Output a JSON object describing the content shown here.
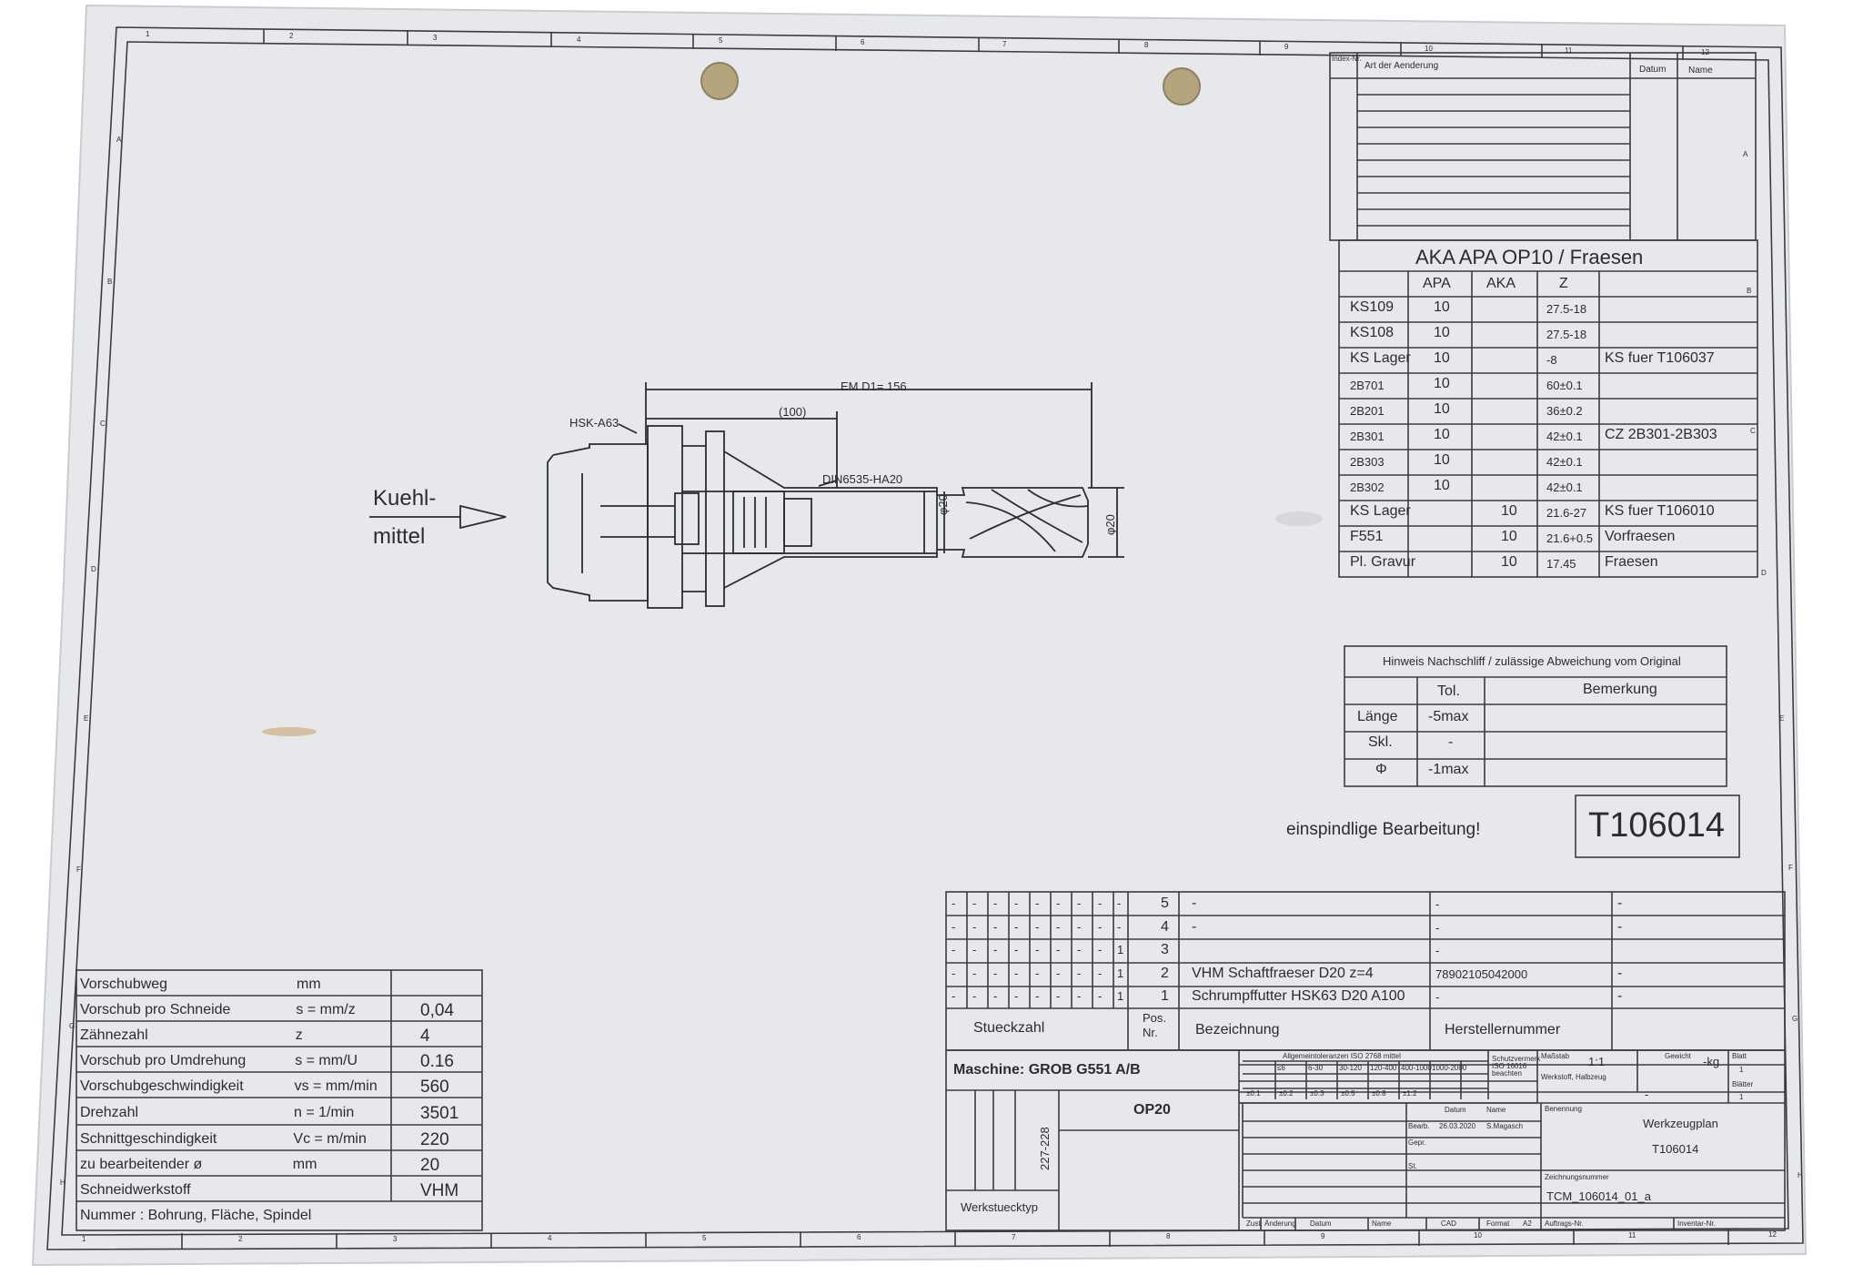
{
  "grid": {
    "columns": [
      "1",
      "2",
      "3",
      "4",
      "5",
      "6",
      "7",
      "8",
      "9",
      "10",
      "11",
      "12"
    ],
    "rows": [
      "A",
      "B",
      "C",
      "D",
      "E",
      "F",
      "G",
      "H"
    ]
  },
  "revision_table": {
    "headers": {
      "index": "Index-Nr.",
      "change": "Art der Aenderung",
      "date": "Datum",
      "name": "Name"
    }
  },
  "tool_drawing": {
    "coolant_line1": "Kuehl-",
    "coolant_line2": "mittel",
    "holder_label": "HSK-A63",
    "collet_label": "DIN6535-HA20",
    "dim_total": "EM D1= 156",
    "dim_partial": "(100)",
    "dia_shank": "φ20",
    "dia_cutter": "φ20"
  },
  "machining_table": {
    "title": "AKA APA OP10 / Fraesen",
    "headers": [
      "",
      "APA",
      "AKA",
      "Z",
      ""
    ],
    "rows": [
      [
        "KS109",
        "10",
        "",
        "27.5-18",
        ""
      ],
      [
        "KS108",
        "10",
        "",
        "27.5-18",
        ""
      ],
      [
        "KS Lager",
        "10",
        "",
        "-8",
        "KS fuer T106037"
      ],
      [
        "2B701",
        "10",
        "",
        "60±0.1",
        ""
      ],
      [
        "2B201",
        "10",
        "",
        "36±0.2",
        ""
      ],
      [
        "2B301",
        "10",
        "",
        "42±0.1",
        "CZ 2B301-2B303"
      ],
      [
        "2B303",
        "10",
        "",
        "42±0.1",
        ""
      ],
      [
        "2B302",
        "10",
        "",
        "42±0.1",
        ""
      ],
      [
        "KS Lager",
        "",
        "10",
        "21.6-27",
        "KS fuer T106010"
      ],
      [
        "F551",
        "",
        "10",
        "21.6+0.5",
        "Vorfraesen"
      ],
      [
        "Pl. Gravur",
        "",
        "10",
        "17.45",
        "Fraesen"
      ]
    ]
  },
  "regrind_table": {
    "title": "Hinweis Nachschliff / zulässige Abweichung vom Original",
    "headers": [
      "",
      "Tol.",
      "Bemerkung"
    ],
    "rows": [
      [
        "Länge",
        "-5max",
        ""
      ],
      [
        "Skl.",
        "-",
        ""
      ],
      [
        "Φ",
        "-1max",
        ""
      ]
    ]
  },
  "note": "einspindlige Bearbeitung!",
  "tool_number": "T106014",
  "parts_list": {
    "rows": [
      {
        "qty": [
          "-",
          "-",
          "-",
          "-",
          "-",
          "-",
          "-",
          "-",
          "-"
        ],
        "pos": "5",
        "desc": "-",
        "mfr": "-",
        "extra": "-"
      },
      {
        "qty": [
          "-",
          "-",
          "-",
          "-",
          "-",
          "-",
          "-",
          "-",
          "-"
        ],
        "pos": "4",
        "desc": "-",
        "mfr": "-",
        "extra": "-"
      },
      {
        "qty": [
          "-",
          "-",
          "-",
          "-",
          "-",
          "-",
          "-",
          "-",
          "1"
        ],
        "pos": "3",
        "desc": "",
        "mfr": "-",
        "extra": ""
      },
      {
        "qty": [
          "-",
          "-",
          "-",
          "-",
          "-",
          "-",
          "-",
          "-",
          "1"
        ],
        "pos": "2",
        "desc": "VHM Schaftfraeser D20 z=4",
        "mfr": "78902105042000",
        "extra": "-"
      },
      {
        "qty": [
          "-",
          "-",
          "-",
          "-",
          "-",
          "-",
          "-",
          "-",
          "1"
        ],
        "pos": "1",
        "desc": "Schrumpffutter HSK63 D20 A100",
        "mfr": "-",
        "extra": "-"
      }
    ],
    "header": {
      "qty": "Stueckzahl",
      "pos1": "Pos.",
      "pos2": "Nr.",
      "desc": "Bezeichnung",
      "mfr": "Herstellernummer"
    }
  },
  "cutting_data": {
    "rows": [
      {
        "label": "Vorschubweg",
        "unit": "mm",
        "value": ""
      },
      {
        "label": "Vorschub pro Schneide",
        "unit": "s = mm/z",
        "value": "0,04"
      },
      {
        "label": "Zähnezahl",
        "unit": "z",
        "value": "4"
      },
      {
        "label": "Vorschub pro Umdrehung",
        "unit": "s = mm/U",
        "value": "0.16"
      },
      {
        "label": "Vorschubgeschwindigkeit",
        "unit": "vs = mm/min",
        "value": "560"
      },
      {
        "label": "Drehzahl",
        "unit": "n = 1/min",
        "value": "3501"
      },
      {
        "label": "Schnittgeschindigkeit",
        "unit": "Vc = m/min",
        "value": "220"
      },
      {
        "label": "zu bearbeitender ø",
        "unit": "mm",
        "value": "20"
      },
      {
        "label": "Schneidwerkstoff",
        "unit": "",
        "value": "VHM"
      },
      {
        "label": "Nummer : Bohrung, Fläche, Spindel",
        "unit": "",
        "value": ""
      }
    ]
  },
  "title_block": {
    "machine": "Maschine: GROB G551 A/B",
    "op": "OP20",
    "part_range": "227-228",
    "part_type": "Werkstuecktyp",
    "tolerance_title": "Allgemeintoleranzen ISO 2768 mittel",
    "tol_ranges": [
      "≤6",
      "6-30",
      "30-120",
      "120-400",
      "400-1000",
      "1000-2000"
    ],
    "tol_values": [
      "±0.1",
      "±0.2",
      "±0.3",
      "±0.5",
      "±0.8",
      "±1.2"
    ],
    "protection": "Schutzvermerk ISO 16016 beachten",
    "scale_label": "Maßstab",
    "scale": "1:1",
    "weight_label": "Gewicht",
    "weight": "-kg",
    "sheet_label": "Blatt",
    "sheet": "1",
    "sheets_label": "Blätter",
    "sheets": "1",
    "material_label": "Werkstoff, Halbzeug",
    "material": "-",
    "date_label": "Datum",
    "name_label": "Name",
    "drawn_label": "Bearb.",
    "drawn_date": "26.03.2020",
    "drawn_name": "S.Magasch",
    "checked_label": "Gepr.",
    "std_label": "St.",
    "designation_label": "Benennung",
    "designation1": "Werkzeugplan",
    "designation2": "T106014",
    "drawing_no_label": "Zeichnungsnummer",
    "drawing_no": "TCM_106014_01_a",
    "status_label": "Zust.",
    "change_label": "Änderung",
    "date2_label": "Datum",
    "name2_label": "Name",
    "cad": "CAD",
    "format_label": "Format",
    "format": "A2",
    "order_label": "Auftrags-Nr.",
    "inventory_label": "Inventar-Nr."
  }
}
